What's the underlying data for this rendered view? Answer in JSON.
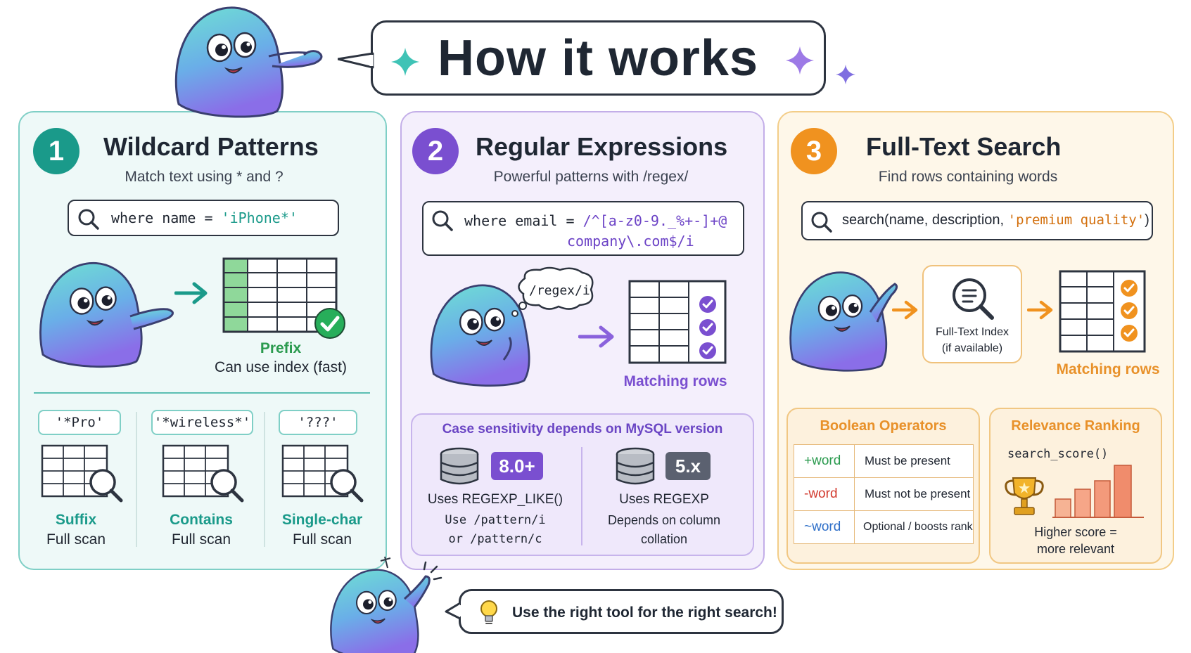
{
  "title": "How it works",
  "tip": "Use the right tool for the right search!",
  "colors": {
    "teal": "#1a9a8a",
    "purple": "#7a4fd0",
    "orange": "#f0921f",
    "dark": "#1f2733"
  },
  "panel1": {
    "number": "1",
    "title": "Wildcard Patterns",
    "subtitle": "Match text using * and ?",
    "query": {
      "prefix": "where name = ",
      "value": "'iPhone*'"
    },
    "prefix_label": "Prefix",
    "prefix_desc": "Can use index (fast)",
    "cases": [
      {
        "pattern": "'*Pro'",
        "name": "Suffix",
        "desc": "Full scan"
      },
      {
        "pattern": "'*wireless*'",
        "name": "Contains",
        "desc": "Full scan"
      },
      {
        "pattern": "'???'",
        "name": "Single-char",
        "desc": "Full scan"
      }
    ]
  },
  "panel2": {
    "number": "2",
    "title": "Regular Expressions",
    "subtitle": "Powerful patterns with /regex/",
    "query": {
      "prefix": "where email = ",
      "line1": "/^[a-z0-9._%+-]+@",
      "line2": "company\\.com$/i"
    },
    "thought": "/regex/i",
    "result": "Matching rows",
    "case_note": "Case sensitivity depends on MySQL version",
    "versions": [
      {
        "badge": "8.0+",
        "title": "Uses REGEXP_LIKE()",
        "line1": "Use /pattern/i",
        "line2": "or /pattern/c"
      },
      {
        "badge": "5.x",
        "title": "Uses REGEXP",
        "line1": "Depends on column",
        "line2": "collation"
      }
    ]
  },
  "panel3": {
    "number": "3",
    "title": "Full-Text Search",
    "subtitle": "Find rows containing words",
    "query": {
      "prefix": "search(name, description, ",
      "value": "'premium quality'",
      "suffix": ")"
    },
    "index_label_1": "Full-Text Index",
    "index_label_2": "(if available)",
    "result": "Matching rows",
    "boolean_title": "Boolean Operators",
    "operators": [
      {
        "op": "+word",
        "desc": "Must be present"
      },
      {
        "op": "-word",
        "desc": "Must not be present"
      },
      {
        "op": "~word",
        "desc": "Optional / boosts rank"
      }
    ],
    "ranking_title": "Relevance Ranking",
    "ranking_fn": "search_score()",
    "ranking_note_1": "Higher score =",
    "ranking_note_2": "more relevant"
  }
}
